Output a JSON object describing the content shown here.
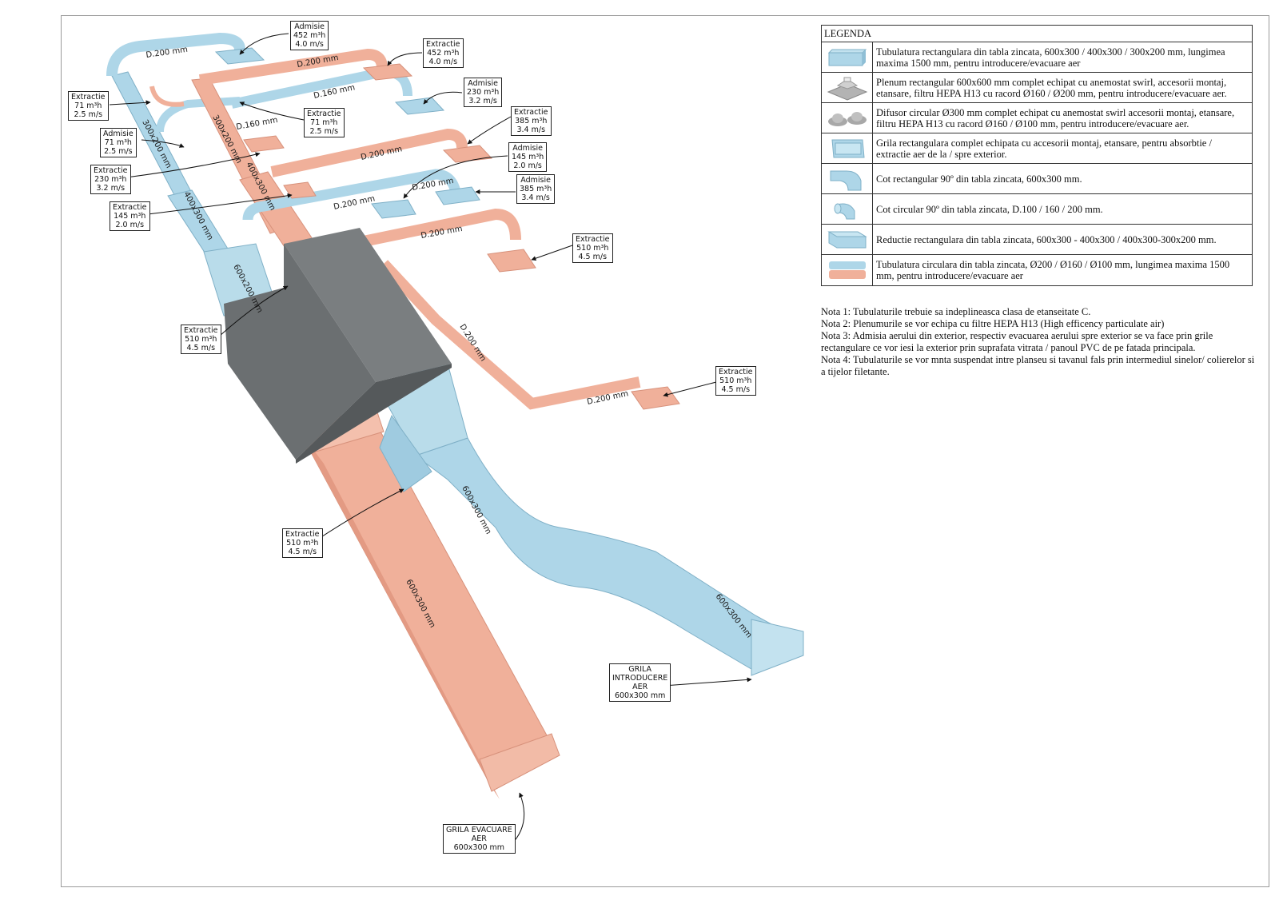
{
  "duct_labels": {
    "d200_top_blue": "D.200 mm",
    "d200_top_red": "D.200 mm",
    "d160_blue": "D.160 mm",
    "d160_red": "D.160 mm",
    "d200_mid_red": "D.200 mm",
    "d200_mid_blue_a": "D.200 mm",
    "d200_mid_blue_b": "D.200 mm",
    "d200_right_red": "D.200 mm",
    "d200_diag_red": "D.200 mm",
    "d200_low_red": "D.200 mm",
    "r300x200_blue": "300x200 mm",
    "r400x300_blue": "400x300 mm",
    "r300x200_red": "300x200 mm",
    "r400x300_red": "400x300 mm",
    "r600x200_blue": "600x200 mm",
    "r600x300_red": "600x300 mm",
    "r600x300_blue_up": "600x300 mm",
    "r600x300_blue_low": "600x300 mm"
  },
  "callouts": [
    {
      "id": "admisie-452",
      "lines": [
        "Admisie",
        "452 m³h",
        "4.0 m/s"
      ]
    },
    {
      "id": "extractie-452",
      "lines": [
        "Extractie",
        "452 m³h",
        "4.0 m/s"
      ]
    },
    {
      "id": "extractie-71-left",
      "lines": [
        "Extractie",
        "71 m³h",
        "2.5 m/s"
      ]
    },
    {
      "id": "admisie-230",
      "lines": [
        "Admisie",
        "230 m³h",
        "3.2 m/s"
      ]
    },
    {
      "id": "extractie-71-mid",
      "lines": [
        "Extractie",
        "71 m³h",
        "2.5 m/s"
      ]
    },
    {
      "id": "admisie-71",
      "lines": [
        "Admisie",
        "71 m³h",
        "2.5 m/s"
      ]
    },
    {
      "id": "extractie-385",
      "lines": [
        "Extractie",
        "385 m³h",
        "3.4 m/s"
      ]
    },
    {
      "id": "extractie-230",
      "lines": [
        "Extractie",
        "230 m³h",
        "3.2 m/s"
      ]
    },
    {
      "id": "admisie-145",
      "lines": [
        "Admisie",
        "145 m³h",
        "2.0 m/s"
      ]
    },
    {
      "id": "admisie-385",
      "lines": [
        "Admisie",
        "385 m³h",
        "3.4 m/s"
      ]
    },
    {
      "id": "extractie-145",
      "lines": [
        "Extractie",
        "145 m³h",
        "2.0 m/s"
      ]
    },
    {
      "id": "extractie-510-right",
      "lines": [
        "Extractie",
        "510 m³h",
        "4.5 m/s"
      ]
    },
    {
      "id": "extractie-510-unit",
      "lines": [
        "Extractie",
        "510 m³h",
        "4.5 m/s"
      ]
    },
    {
      "id": "extractie-510-far",
      "lines": [
        "Extractie",
        "510 m³h",
        "4.5 m/s"
      ]
    },
    {
      "id": "extractie-510-bottom",
      "lines": [
        "Extractie",
        "510 m³h",
        "4.5 m/s"
      ]
    },
    {
      "id": "grila-introducere",
      "lines": [
        "GRILA",
        "INTRODUCERE",
        "AER",
        "600x300 mm"
      ]
    },
    {
      "id": "grila-evacuare",
      "lines": [
        "GRILA EVACUARE",
        "AER",
        "600x300 mm"
      ]
    }
  ],
  "legend": {
    "title": "LEGENDA",
    "rows": [
      {
        "symbol": "rect-duct-icon",
        "text": "Tubulatura rectangulara din tabla zincata, 600x300 / 400x300 / 300x200 mm, lungimea maxima 1500 mm, pentru introducere/evacuare aer"
      },
      {
        "symbol": "plenum-icon",
        "text": "Plenum rectangular 600x600 mm complet echipat cu anemostat swirl, accesorii montaj, etansare, filtru HEPA H13 cu racord Ø160 / Ø200 mm, pentru introducere/evacuare aer."
      },
      {
        "symbol": "round-diffuser-icon",
        "text": "Difusor circular Ø300 mm complet echipat cu anemostat swirl accesorii montaj, etansare, filtru HEPA H13 cu racord Ø160 / Ø100 mm, pentru introducere/evacuare aer."
      },
      {
        "symbol": "grille-icon",
        "text": "Grila rectangulara complet echipata cu accesorii montaj, etansare, pentru absorbtie / extractie aer de la / spre exterior."
      },
      {
        "symbol": "rect-elbow-icon",
        "text": "Cot rectangular 90º din tabla zincata, 600x300  mm."
      },
      {
        "symbol": "round-elbow-icon",
        "text": "Cot circular 90º din tabla zincata, D.100 / 160 / 200 mm."
      },
      {
        "symbol": "rect-reducer-icon",
        "text": "Reductie rectangulara din tabla zincata, 600x300 - 400x300 / 400x300-300x200 mm."
      },
      {
        "symbol": "round-duct-icon",
        "text": "Tubulatura circulara din tabla zincata, Ø200 / Ø160 / Ø100 mm, lungimea maxima 1500 mm, pentru introducere/evacuare aer"
      }
    ]
  },
  "notes": [
    "Nota 1: Tubulaturile trebuie sa indeplineasca clasa de etanseitate C.",
    "Nota 2: Plenumurile se vor echipa cu filtre HEPA H13 (High efficency particulate air)",
    "Nota 3: Admisia aerului din exterior, respectiv evacuarea aerului spre exterior se va face prin grile rectangulare ce vor iesi la exterior prin suprafata vitrata / panoul PVC de pe fatada principala.",
    "Nota 4: Tubulaturile se vor mnta suspendat intre planseu si tavanul fals prin intermediul sinelor/ colierelor si a tijelor filetante."
  ],
  "colors": {
    "supply": "#aed6e8",
    "supply_dark": "#8fbfd6",
    "exhaust": "#f0b09a",
    "exhaust_dark": "#e0937b",
    "unit": "#6b6f71",
    "unit_top": "#7a7e80"
  }
}
